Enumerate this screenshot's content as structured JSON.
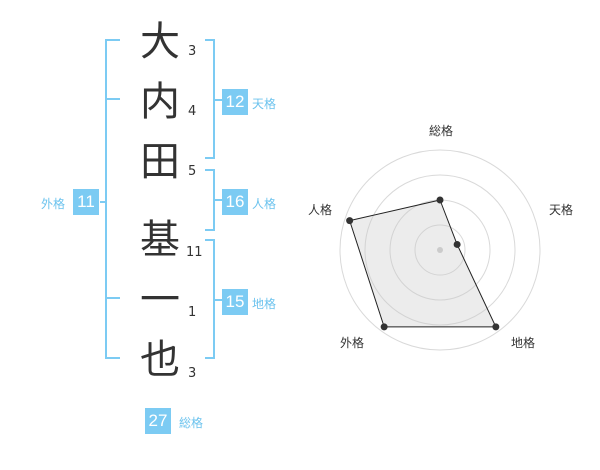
{
  "name_chars": [
    {
      "char": "大",
      "strokes": "3"
    },
    {
      "char": "内",
      "strokes": "4"
    },
    {
      "char": "田",
      "strokes": "5"
    },
    {
      "char": "基",
      "strokes": "11"
    },
    {
      "char": "一",
      "strokes": "1"
    },
    {
      "char": "也",
      "strokes": "3"
    }
  ],
  "fortune": {
    "tenkaku": {
      "value": "12",
      "label": "天格"
    },
    "jinkaku": {
      "value": "16",
      "label": "人格"
    },
    "chikaku": {
      "value": "15",
      "label": "地格"
    },
    "gaikaku": {
      "value": "11",
      "label": "外格"
    },
    "soukaku": {
      "value": "27",
      "label": "総格"
    }
  },
  "colors": {
    "accent": "#7ccbf3",
    "bracket": "#7ccbf3",
    "text": "#333333"
  },
  "chart_data": {
    "type": "radar",
    "axes": [
      "総格",
      "天格",
      "地格",
      "外格",
      "人格"
    ],
    "values": [
      0.5,
      0.18,
      0.95,
      0.95,
      0.95
    ],
    "scale_rings": 4
  }
}
